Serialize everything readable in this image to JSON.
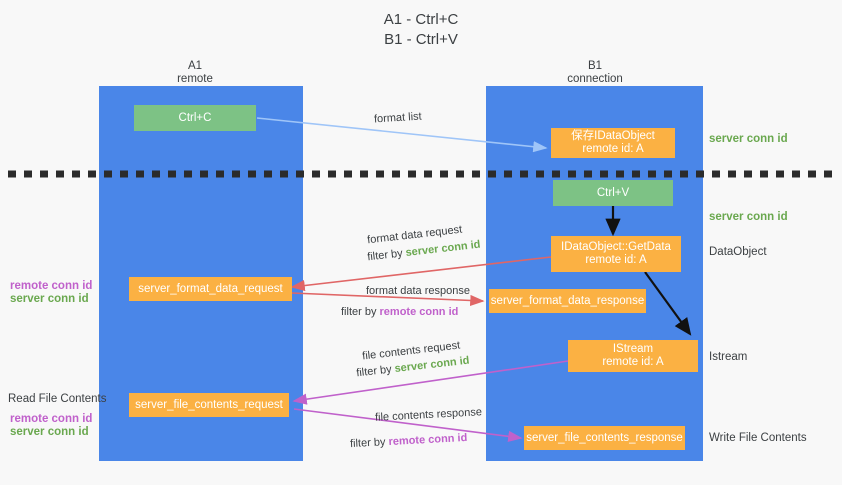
{
  "title": {
    "line1": "A1 - Ctrl+C",
    "line2": "B1 - Ctrl+V"
  },
  "columns": {
    "left": {
      "name": "A1",
      "sub": "remote"
    },
    "right": {
      "name": "B1",
      "sub": "connection"
    }
  },
  "boxes": {
    "ctrl_c": {
      "label": "Ctrl+C",
      "color": "#7dc285"
    },
    "save_idataobject_l1": "保存IDataObject",
    "save_idataobject_l2": "remote id: A",
    "ctrl_v": {
      "label": "Ctrl+V",
      "color": "#7dc285"
    },
    "getdata_l1": "IDataObject::GetData",
    "getdata_l2": "remote id: A",
    "server_format_data_request": "server_format_data_request",
    "server_format_data_response": "server_format_data_response",
    "istream_l1": "IStream",
    "istream_l2": "remote id: A",
    "server_file_contents_request": "server_file_contents_request",
    "server_file_contents_response": "server_file_contents_response"
  },
  "right_labels": {
    "server_conn_id_1": "server conn id",
    "server_conn_id_2": "server conn id",
    "dataobject": "DataObject",
    "istream": "Istream",
    "write_file_contents": "Write File Contents"
  },
  "left_labels": {
    "remote_conn_id_1": "remote conn id",
    "server_conn_id_1": "server conn id",
    "read_file_contents": "Read File Contents",
    "remote_conn_id_2": "remote conn id",
    "server_conn_id_2": "server conn id"
  },
  "arrow_labels": {
    "format_list": "format list",
    "format_data_request": "format data request",
    "format_data_request_filter_pre": "filter by ",
    "format_data_request_filter_key": "server conn id",
    "format_data_response": "format data response",
    "format_data_response_filter_pre": "filter by ",
    "format_data_response_filter_key": "remote conn id",
    "file_contents_request": "file contents request",
    "file_contents_request_filter_pre": "filter by ",
    "file_contents_request_filter_key": "server conn id",
    "file_contents_response": "file contents response",
    "file_contents_response_filter_pre": "filter by ",
    "file_contents_response_filter_key": "remote conn id"
  },
  "colors": {
    "lane": "#4a86e8",
    "green_box": "#7dc285",
    "orange_box": "#fbb143",
    "green_text": "#6aa84f",
    "purple_text": "#c061cb",
    "arrow_blue": "#9fc5f8",
    "arrow_red": "#e06666",
    "arrow_purple": "#c061cb",
    "arrow_black": "#000000",
    "background": "#f8f8f8"
  }
}
